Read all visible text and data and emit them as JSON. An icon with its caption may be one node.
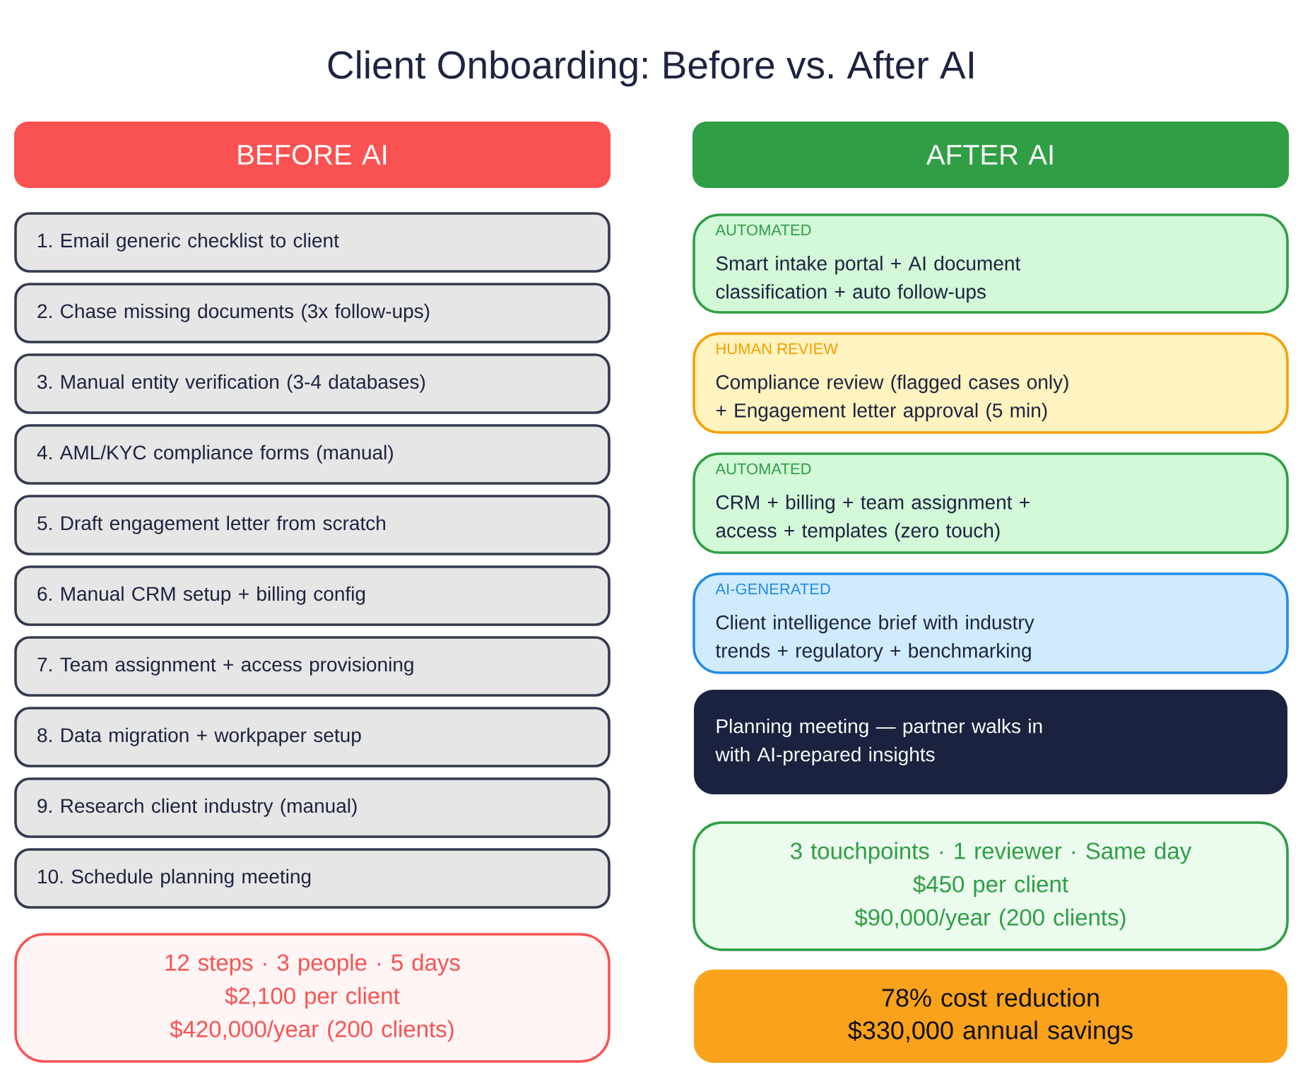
{
  "diagram": {
    "title": "Client Onboarding: Before vs. After AI",
    "nodes": [
      {
        "text": [
          "BEFORE AI"
        ]
      },
      {
        "text": [
          "1. Email generic checklist to client"
        ]
      },
      {
        "text": [
          "2. Chase missing documents (3x follow-ups)"
        ]
      },
      {
        "text": [
          "3. Manual entity verification (3-4 databases)"
        ]
      },
      {
        "text": [
          "4. AML/KYC compliance forms (manual)"
        ]
      },
      {
        "text": [
          "5. Draft engagement letter from scratch"
        ]
      },
      {
        "text": [
          "6. Manual CRM setup + billing config"
        ]
      },
      {
        "text": [
          "7. Team assignment + access provisioning"
        ]
      },
      {
        "text": [
          "8. Data migration + workpaper setup"
        ]
      },
      {
        "text": [
          "9. Research client industry (manual)"
        ]
      },
      {
        "text": [
          "10. Schedule planning meeting"
        ]
      },
      {
        "text": [
          "12 steps · 3 people · 5 days",
          "$2,100 per client",
          "$420,000/year (200 clients)"
        ]
      },
      {
        "text": [
          "AFTER AI"
        ]
      },
      {
        "text": [
          "AUTOMATED",
          "Smart intake portal + AI document classification + auto follow-ups"
        ]
      },
      {
        "text": [
          "HUMAN REVIEW",
          "Compliance review (flagged cases only) + Engagement letter approval (5 min)"
        ]
      },
      {
        "text": [
          "AUTOMATED",
          "CRM + billing + team assignment + access + templates (zero touch)"
        ]
      },
      {
        "text": [
          "AI-GENERATED",
          "Client intelligence brief with industry trends + regulatory + benchmarking"
        ]
      },
      {
        "text": [
          "Planning meeting — partner walks in with AI-prepared insights"
        ]
      },
      {
        "text": [
          "3 touchpoints · 1 reviewer · Same day",
          "$450 per client",
          "$90,000/year (200 clients)"
        ]
      },
      {
        "text": [
          "78% cost reduction",
          "$330,000 annual savings"
        ]
      }
    ]
  }
}
